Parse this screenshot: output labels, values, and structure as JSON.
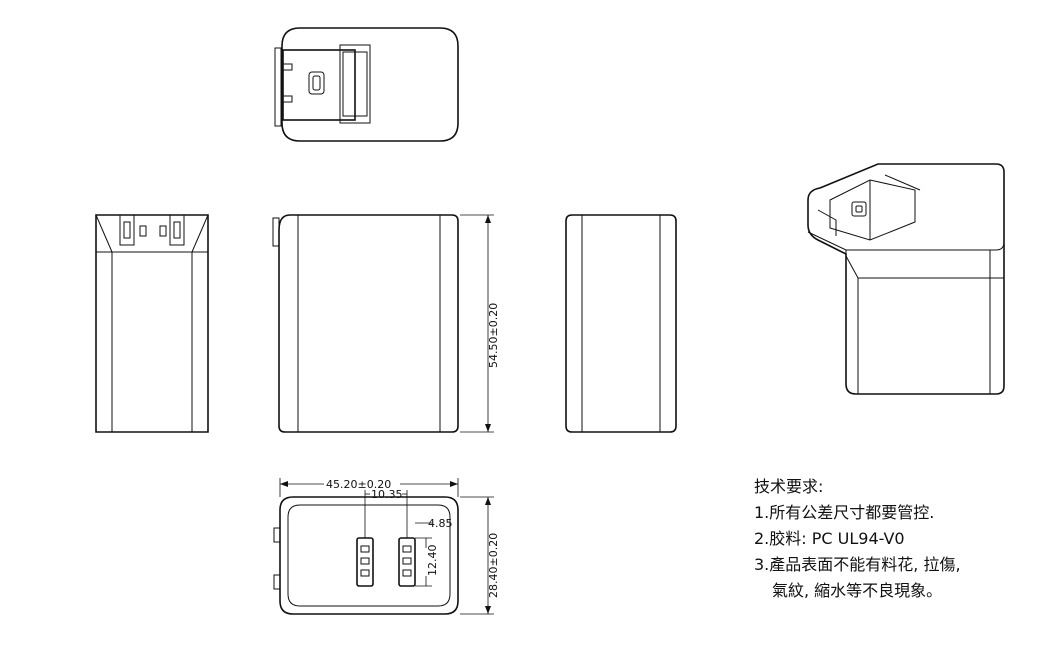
{
  "dimensions": {
    "width": "45.20±0.20",
    "usb_spacing": "10.35",
    "usb_offset": "4.85",
    "usb_width": "12.40",
    "depth": "28.40±0.20",
    "height": "54.50±0.20"
  },
  "notes": {
    "title": "技术要求:",
    "item1": "1.所有公差尺寸都要管控.",
    "item2": "2.胶料: PC UL94-V0",
    "item3_line1": "3.產品表面不能有料花, 拉傷,",
    "item3_line2": "氣紋, 縮水等不良現象。"
  }
}
